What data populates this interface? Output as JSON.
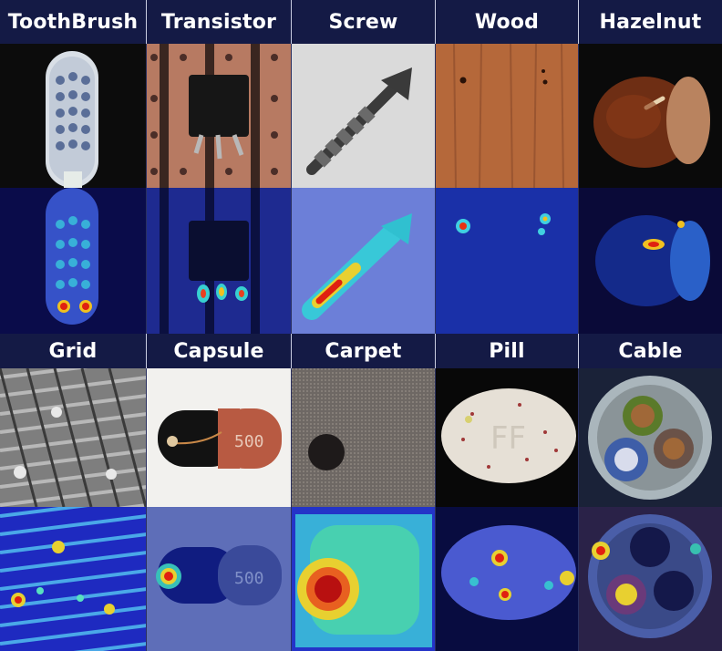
{
  "top_headers": [
    "ToothBrush",
    "Transistor",
    "Screw",
    "Wood",
    "Hazelnut"
  ],
  "bottom_headers": [
    "Grid",
    "Capsule",
    "Carpet",
    "Pill",
    "Cable"
  ],
  "capsule_print": "500",
  "pill_print": "FF"
}
